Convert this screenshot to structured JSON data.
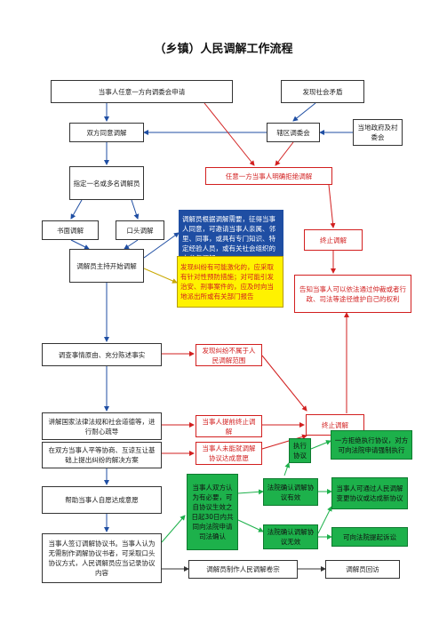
{
  "title": "（乡镇）人民调解工作流程",
  "colors": {
    "red": "#d21f1f",
    "blue": "#1f4ea3",
    "yellow": "#fff200",
    "green": "#1db14b",
    "arrow_blue": "#1f4ea3",
    "arrow_red": "#d21f1f",
    "arrow_green": "#1db14b",
    "arrow_yellow": "#c9a800"
  },
  "nodes": {
    "apply": "当事人任意一方向调委会申请",
    "discover": "发现社会矛盾",
    "both_agree": "双方同意调解",
    "district_committee": "辖区调委会",
    "local_gov": "当地政府及村委会",
    "assign_mediator": "指定一名或多名调解员",
    "refuse": "任意一方当事人明确拒绝调解",
    "written": "书面调解",
    "oral": "口头调解",
    "invite_note": "调解员根据调解需要，征得当事人同意，可邀请当事人亲属、邻里、同事，或具有专门知识、特定经验人员，或有关社会组织的人参与调解",
    "terminate_top": "终止调解",
    "host_start": "调解员主持开始调解",
    "escalate_note": "发现纠纷有可能激化的，应采取有针对性预防措施；对可能引发治安、刑事案件的，应及时向当地派出所或有关部门报告",
    "notify_parties": "告知当事人可以依法通过仲裁或者行政、司法等途径维护自己的权利",
    "investigate": "调查事情原由、充分陈述事实",
    "not_in_scope": "发现纠纷不属于人民调解范围",
    "explain_law": "讲解国家法律法规和社会道德等，进行耐心疏导",
    "party_stop": "当事人提前终止调解",
    "terminate_mid": "终止调解",
    "negotiate": "在双方当事人平等协商、互谅互让基础上提出纠纷的解决方案",
    "no_agreement": "当事人未能就调解协议达成意愿",
    "execute": "执行协议",
    "refuse_execute": "一方拒绝执行协议，对方可向法院申请强制执行",
    "help_agree": "帮助当事人自愿达成意愿",
    "court_apply": "当事人双方认为有必要，可自协议生效之日起30日内共同向法院申请司法确认",
    "court_valid": "法院确认调解协议有效",
    "court_invalid": "法院确认调解协议无效",
    "change_agreement": "当事人可通过人民调解变更协议或达成新协议",
    "sue": "可向法院提起诉讼",
    "sign_agreement": "当事人签订调解协议书。当事人认为无需制作调解协议书者，可采取口头协议方式，人民调解员应当记录协议内容",
    "make_file": "调解员制作人民调解卷宗",
    "revisit": "调解员回访"
  }
}
